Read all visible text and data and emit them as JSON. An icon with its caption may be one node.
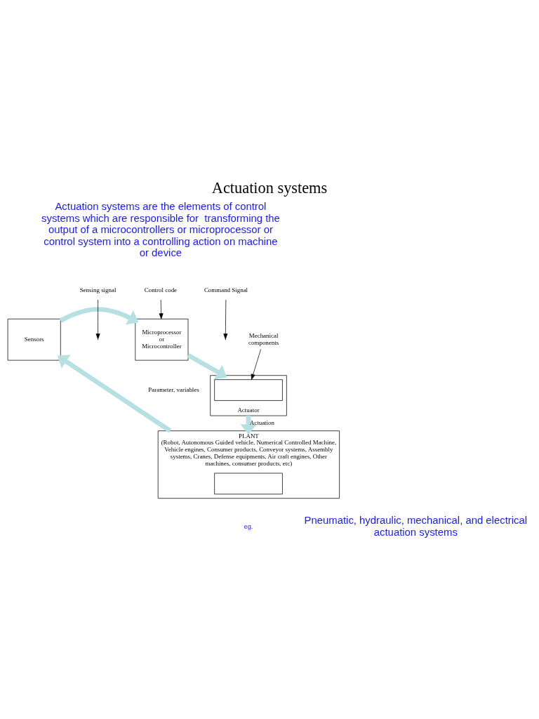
{
  "diagram": {
    "title": "Actuation systems",
    "nodes": [
      {
        "text": [
          "Sensors"
        ]
      },
      {
        "text": [
          "Microprocessor or Microcontroller"
        ]
      },
      {
        "text": [
          "Actuator"
        ]
      },
      {
        "text": [],
        "shape": "box",
        "in": 2
      },
      {
        "text": [
          "PLANT",
          "(Robot, Autonomous Guided vehicle, Numerical Controlled Machine, Vehicle engines, Consumer products, Conveyor systems, Assembly systems, Cranes, Defense equipments, Air craft engines, Other machines, consumer products, etc)"
        ]
      },
      {
        "text": [],
        "shape": "box",
        "in": 4
      },
      {
        "text": [
          "Sensing signal"
        ]
      },
      {
        "text": [
          "Control code"
        ]
      },
      {
        "text": [
          "Command Signal"
        ]
      },
      {
        "text": [
          "Mechanical components"
        ]
      }
    ],
    "edges": [
      {
        "from": 0,
        "to": 1,
        "arrow": "to",
        "style": "thick",
        "color": "#b7e0e3"
      },
      {
        "from": 1,
        "to": 2,
        "arrow": "to",
        "style": "thick",
        "color": "#b7e0e3"
      },
      {
        "from": 2,
        "to": 4,
        "arrow": "to",
        "style": "thick",
        "color": "#b7e0e3",
        "label": "Actuation"
      },
      {
        "from": 4,
        "to": 0,
        "arrow": "to",
        "style": "thick",
        "color": "#b7e0e3",
        "label": "Parameter, variables"
      },
      {
        "from": 6,
        "to": null,
        "arrow": "to",
        "color": "#000000"
      },
      {
        "from": 7,
        "to": 1,
        "arrow": "to",
        "color": "#000000"
      },
      {
        "from": 8,
        "to": null,
        "arrow": "to",
        "color": "#000000"
      },
      {
        "from": 9,
        "to": 3,
        "arrow": "to",
        "color": "#000000"
      }
    ],
    "labels": [
      "Actuation systems are the elements of control systems which are responsible for  transforming the output of a microcontrollers or microprocessor or control system into a controlling action on machine or device",
      "eg.",
      "Pneumatic, hydraulic, mechanical, and electrical actuation systems"
    ]
  }
}
